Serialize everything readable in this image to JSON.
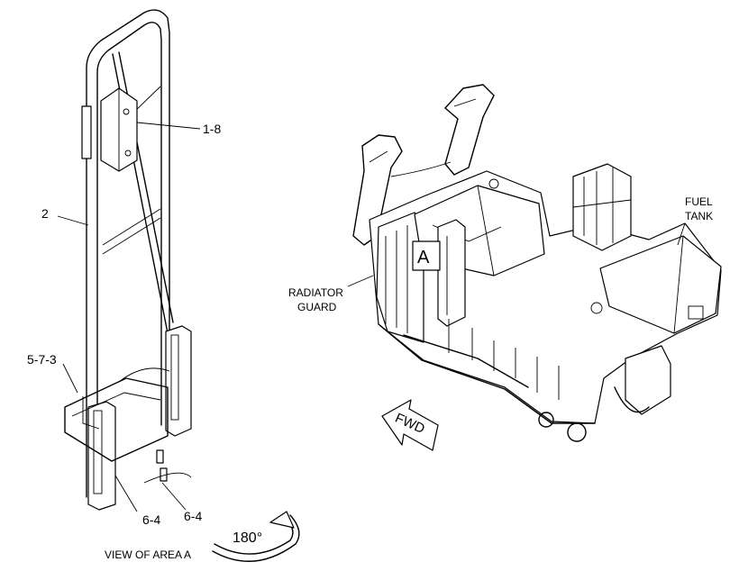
{
  "labels": {
    "part_1_8": "1-8",
    "part_2": "2",
    "part_5_7_3": "5-7-3",
    "part_6_4_left": "6-4",
    "part_6_4_right": "6-4",
    "radiator_guard_line1": "RADIATOR",
    "radiator_guard_line2": "GUARD",
    "fuel_tank_line1": "FUEL",
    "fuel_tank_line2": "TANK",
    "area_marker": "A",
    "fwd_arrow": "FWD",
    "rotation": "180°",
    "view_caption": "VIEW OF AREA A"
  }
}
